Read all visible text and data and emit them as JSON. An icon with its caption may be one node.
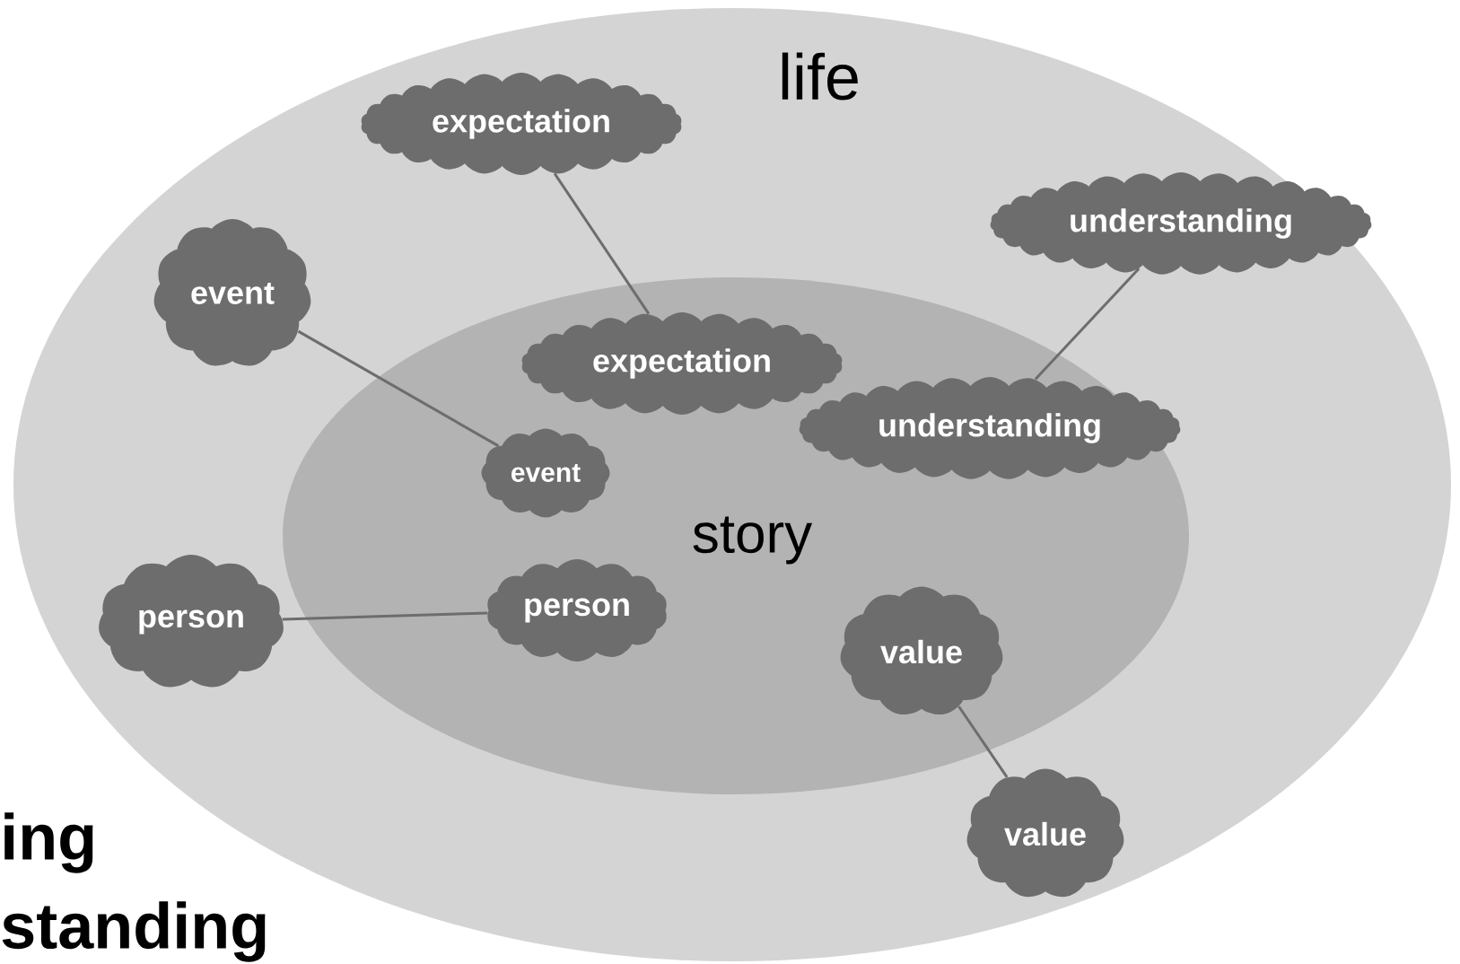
{
  "diagram": {
    "nodes": [
      {
        "text": [
          "life"
        ]
      },
      {
        "text": [
          "story"
        ],
        "in": 0
      },
      {
        "text": [
          "expectation"
        ],
        "in": 0
      },
      {
        "text": [
          "understanding"
        ],
        "in": 0
      },
      {
        "text": [
          "event"
        ],
        "in": 0
      },
      {
        "text": [
          "expectation"
        ],
        "in": 1
      },
      {
        "text": [
          "understanding"
        ],
        "in": 1
      },
      {
        "text": [
          "event"
        ],
        "in": 1
      },
      {
        "text": [
          "person"
        ],
        "in": 0
      },
      {
        "text": [
          "person"
        ],
        "in": 1
      },
      {
        "text": [
          "value"
        ],
        "in": 1
      },
      {
        "text": [
          "value"
        ],
        "in": 0
      }
    ],
    "edges": [
      {
        "from": 2,
        "to": 5,
        "arrow": "none"
      },
      {
        "from": 3,
        "to": 6,
        "arrow": "none"
      },
      {
        "from": 4,
        "to": 7,
        "arrow": "none"
      },
      {
        "from": 8,
        "to": 9,
        "arrow": "none"
      },
      {
        "from": 10,
        "to": 11,
        "arrow": "none"
      }
    ],
    "labels": [
      "ing",
      "standing"
    ]
  }
}
